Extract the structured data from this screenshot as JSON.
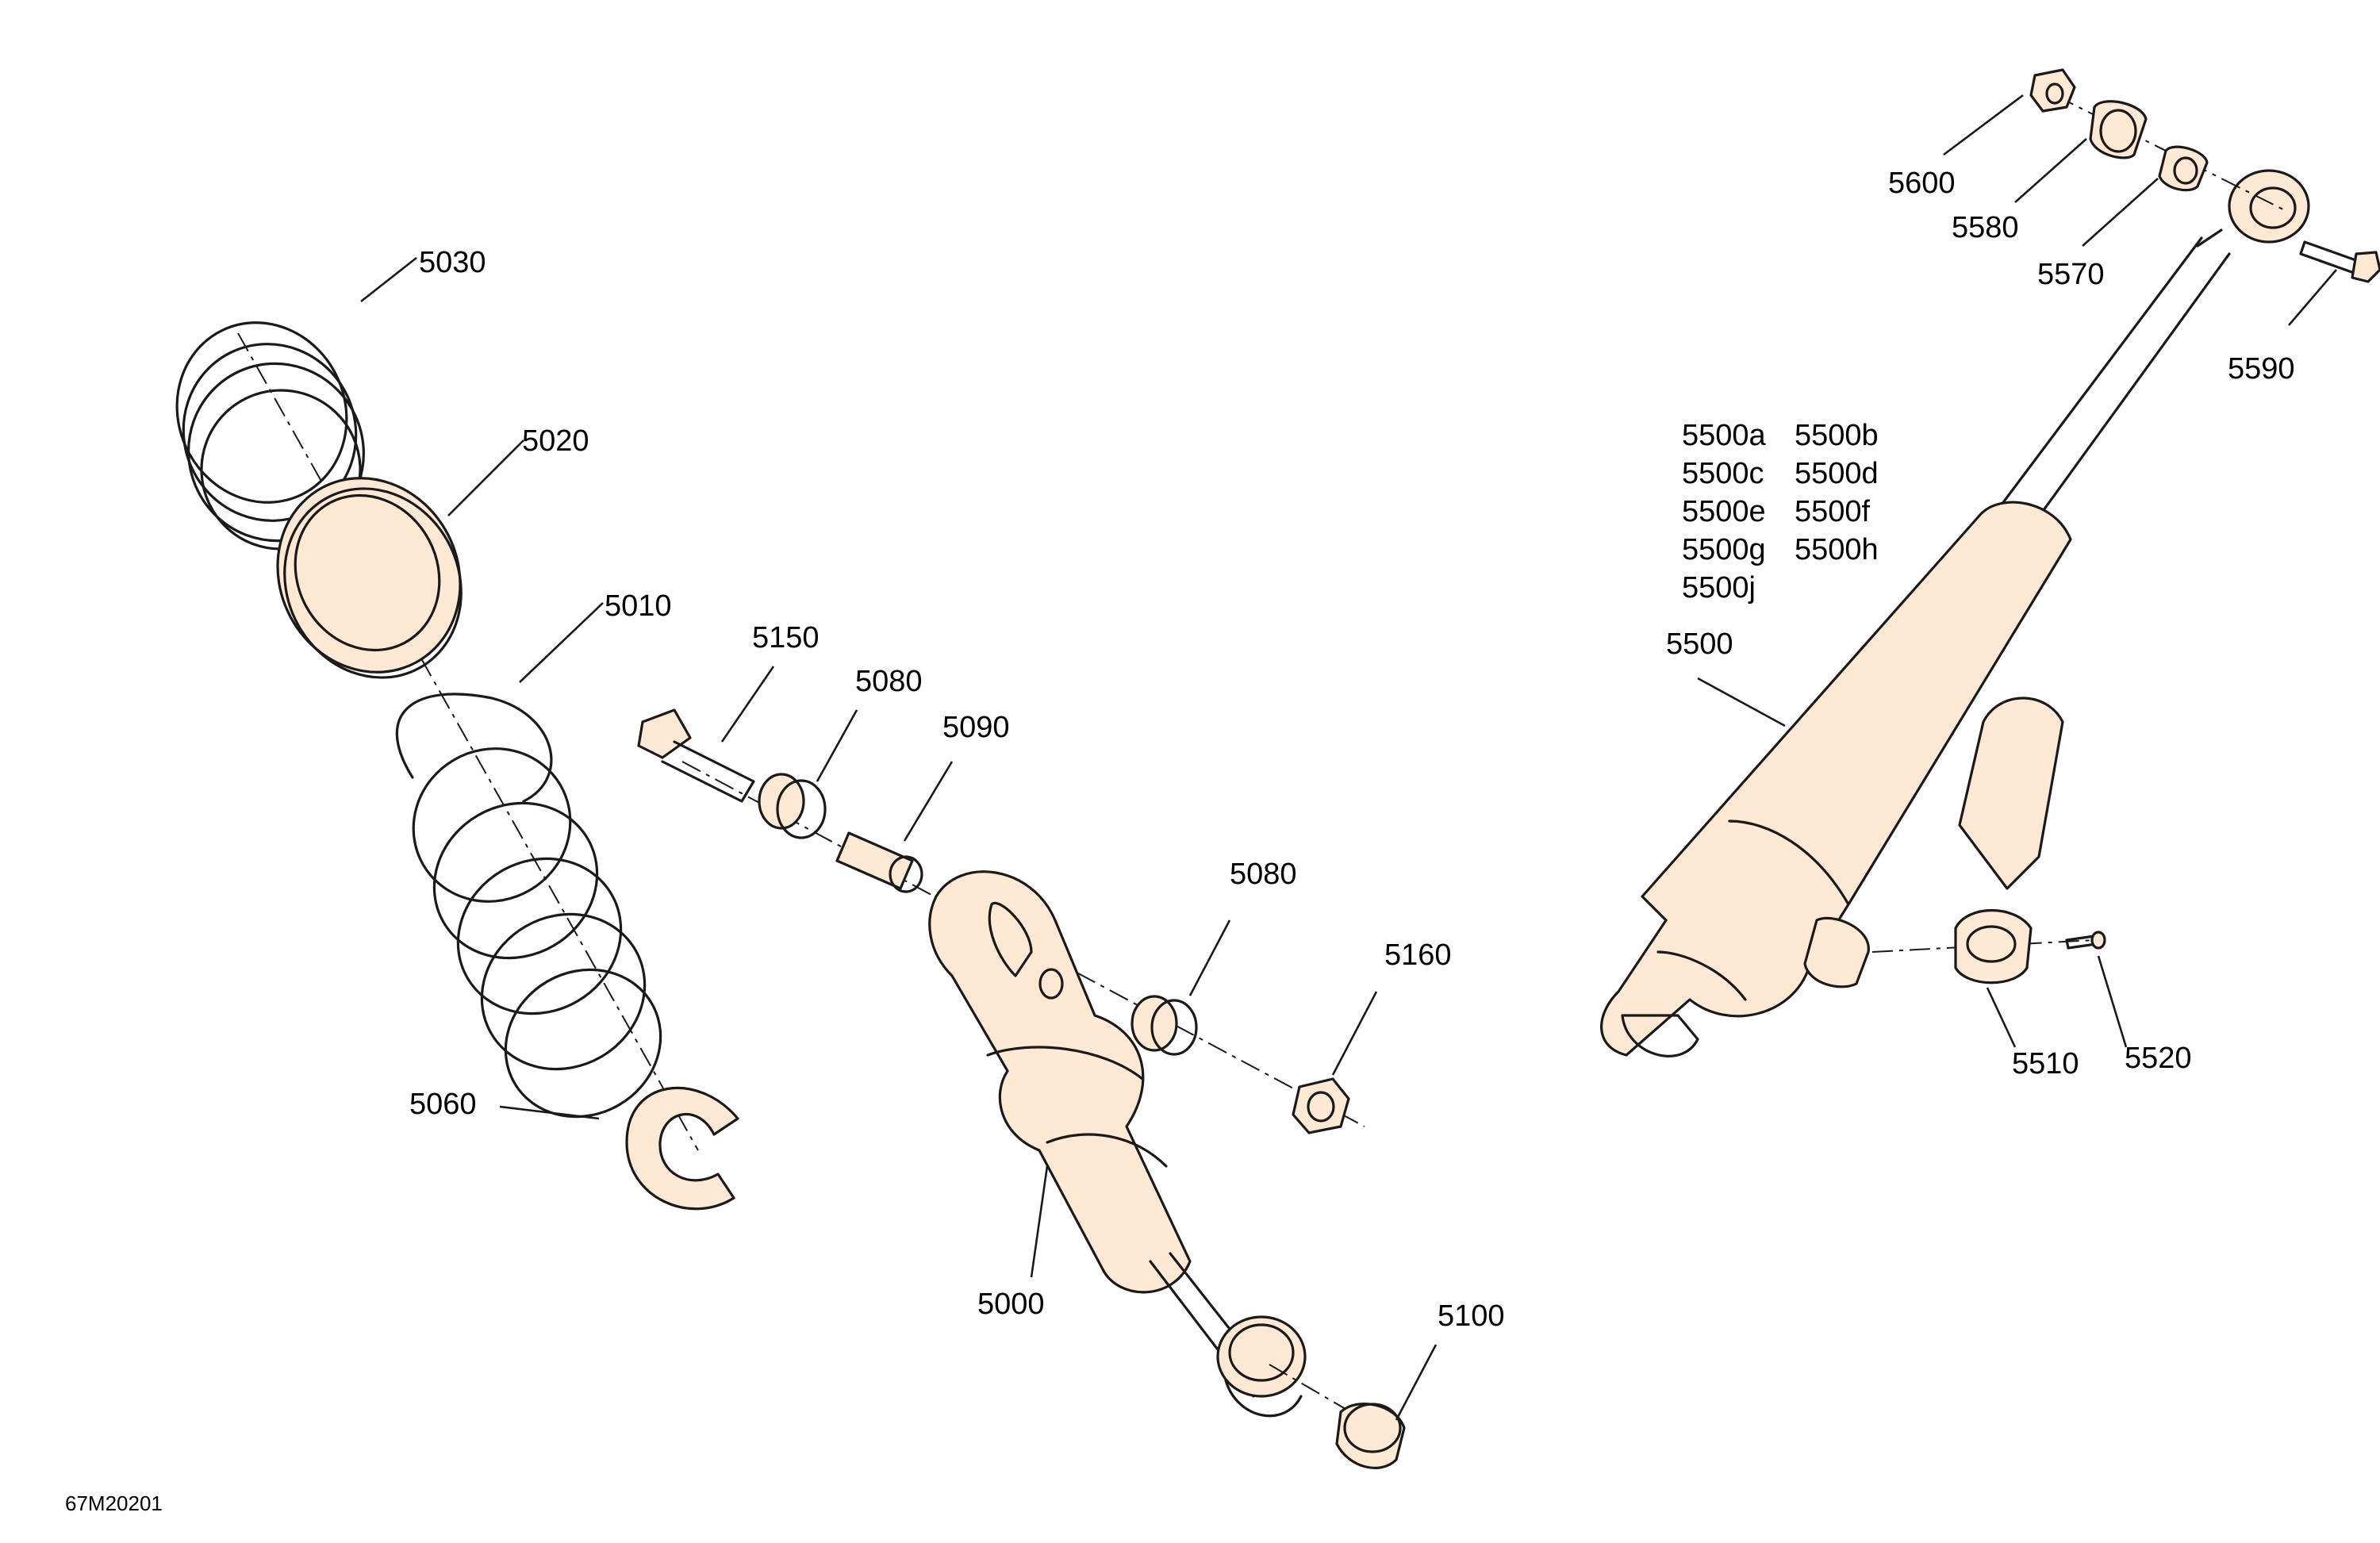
{
  "parts": [
    {
      "id": "p5030",
      "label": "5030"
    },
    {
      "id": "p5020",
      "label": "5020"
    },
    {
      "id": "p5010",
      "label": "5010"
    },
    {
      "id": "p5150",
      "label": "5150"
    },
    {
      "id": "p5080a",
      "label": "5080"
    },
    {
      "id": "p5090",
      "label": "5090"
    },
    {
      "id": "p5080b",
      "label": "5080"
    },
    {
      "id": "p5160",
      "label": "5160"
    },
    {
      "id": "p5060",
      "label": "5060"
    },
    {
      "id": "p5000",
      "label": "5000"
    },
    {
      "id": "p5100",
      "label": "5100"
    },
    {
      "id": "p5600",
      "label": "5600"
    },
    {
      "id": "p5580",
      "label": "5580"
    },
    {
      "id": "p5570",
      "label": "5570"
    },
    {
      "id": "p5590",
      "label": "5590"
    },
    {
      "id": "p5500",
      "label": "5500"
    },
    {
      "id": "p5510",
      "label": "5510"
    },
    {
      "id": "p5520",
      "label": "5520"
    }
  ],
  "variants": [
    "5500a",
    "5500b",
    "5500c",
    "5500d",
    "5500e",
    "5500f",
    "5500g",
    "5500h",
    "5500j"
  ],
  "reference": "67M20201"
}
